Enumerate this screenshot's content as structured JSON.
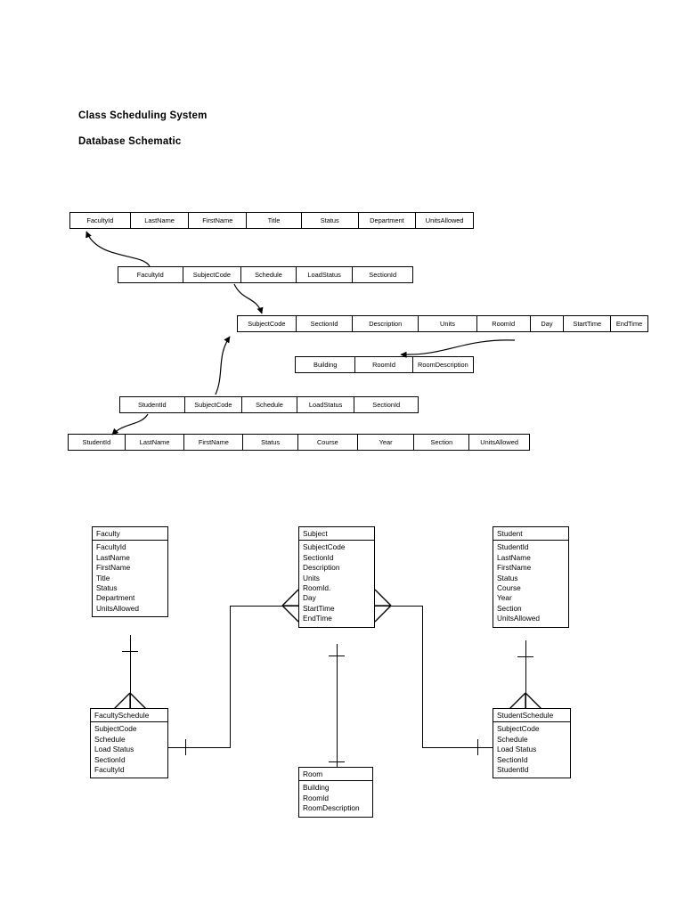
{
  "document": {
    "title_line1": "Class Scheduling System",
    "title_line2": "Database Schematic"
  },
  "flat_schematic": {
    "tables": [
      {
        "name": "faculty",
        "columns": [
          "FacultyId",
          "LastName",
          "FirstName",
          "Title",
          "Status",
          "Department",
          "UnitsAllowed"
        ]
      },
      {
        "name": "faculty-schedule",
        "columns": [
          "FacultyId",
          "SubjectCode",
          "Schedule",
          "LoadStatus",
          "SectionId"
        ]
      },
      {
        "name": "subject",
        "columns": [
          "SubjectCode",
          "SectionId",
          "Description",
          "Units",
          "RoomId",
          "Day",
          "StartTime",
          "EndTime"
        ]
      },
      {
        "name": "room",
        "columns": [
          "Building",
          "RoomId",
          "RoomDescription"
        ]
      },
      {
        "name": "student-schedule",
        "columns": [
          "StudentId",
          "SubjectCode",
          "Schedule",
          "LoadStatus",
          "SectionId"
        ]
      },
      {
        "name": "student",
        "columns": [
          "StudentId",
          "LastName",
          "FirstName",
          "Status",
          "Course",
          "Year",
          "Section",
          "UnitsAllowed"
        ]
      }
    ]
  },
  "er_diagram": {
    "entities": [
      {
        "name": "faculty",
        "title": "Faculty",
        "attributes": [
          "FacultyId",
          "LastName",
          "FirstName",
          "Title",
          "Status",
          "Department",
          "UnitsAllowed"
        ]
      },
      {
        "name": "subject",
        "title": "Subject",
        "attributes": [
          "SubjectCode",
          "SectionId",
          "Description",
          "Units",
          "RoomId.",
          "Day",
          "StartTime",
          "EndTime"
        ]
      },
      {
        "name": "student",
        "title": "Student",
        "attributes": [
          "StudentId",
          "LastName",
          "FirstName",
          "Status",
          "Course",
          "Year",
          "Section",
          "UnitsAllowed"
        ]
      },
      {
        "name": "faculty-schedule",
        "title": "FacultySchedule",
        "attributes": [
          "SubjectCode",
          "Schedule",
          "Load Status",
          "SectionId",
          "FacultyId"
        ]
      },
      {
        "name": "student-schedule",
        "title": "StudentSchedule",
        "attributes": [
          "SubjectCode",
          "Schedule",
          "Load Status",
          "SectionId",
          "StudentId"
        ]
      },
      {
        "name": "room",
        "title": "Room",
        "attributes": [
          "Building",
          "RoomId",
          "RoomDescription"
        ]
      }
    ]
  },
  "colors": {
    "line": "#000000",
    "background": "#ffffff"
  }
}
